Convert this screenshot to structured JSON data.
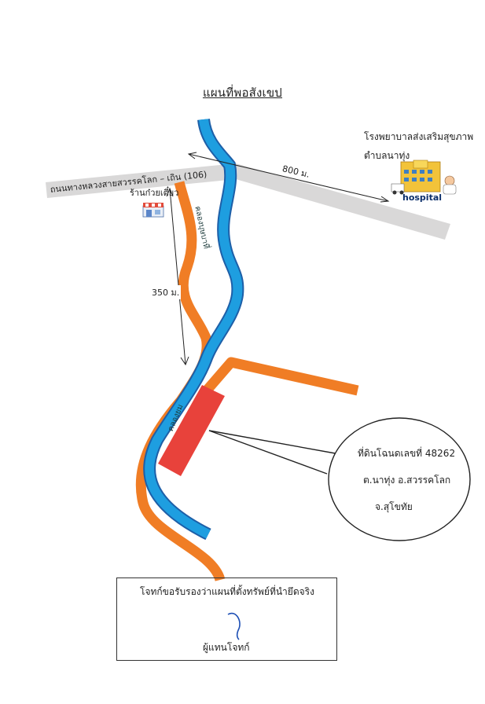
{
  "title": "แผนที่พอสังเขป",
  "road": {
    "label": "ถนนทางหลวงสายสวรรคโลก – เถิน (106)"
  },
  "hospital": {
    "title": "โรงพยาบาลส่งเสริมสุขภาพ",
    "subtitle": "ตำบลนาทุ่ง",
    "icon_text": "hospital"
  },
  "distances": {
    "to_hospital": "800 ม.",
    "to_shop": "350 ม."
  },
  "shop": {
    "label": "ร้านก๋วยเตี๋ยว"
  },
  "canals": {
    "upper_label": "คลองบุษบาที่",
    "lower_label": "คลองยม"
  },
  "parcel_callout": {
    "line1": "ที่ดินโฉนดเลขที่ 48262",
    "line2": "ต.นาทุ่ง อ.สวรรคโลก",
    "line3": "จ.สุโขทัย"
  },
  "certification": {
    "text": "โจทก์ขอรับรองว่าแผนที่ตั้งทรัพย์ที่นำยึดจริง",
    "signer": "ผู้แทนโจทก์"
  },
  "colors": {
    "road": "#d9d8d8",
    "river": "#1e9ee0",
    "river_outline": "#1d5fa8",
    "orange_road": "#f07d25",
    "parcel": "#e8423b",
    "callout_stroke": "#222222"
  }
}
